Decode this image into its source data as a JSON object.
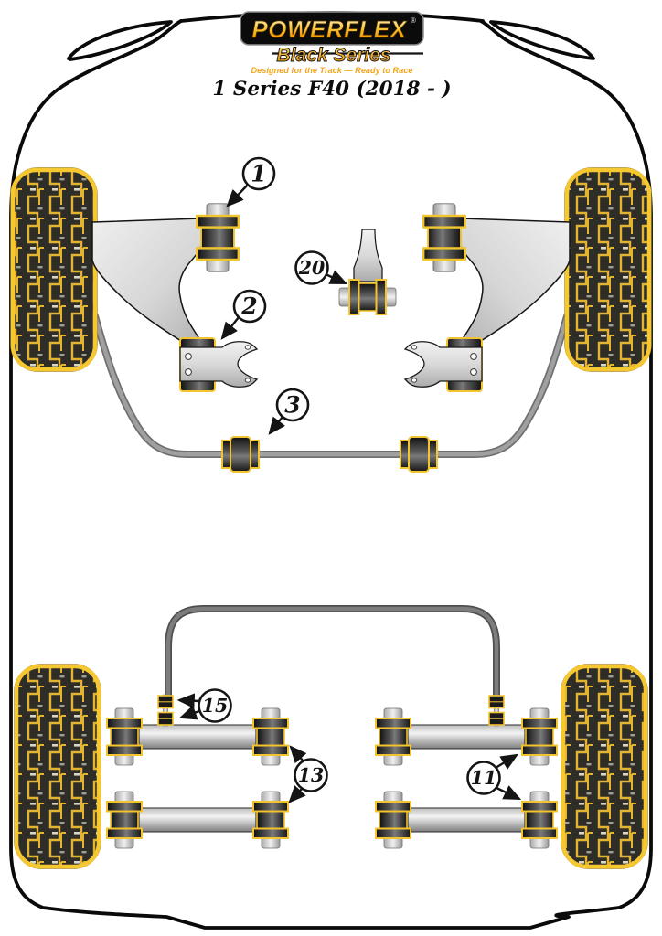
{
  "brand": {
    "name": "POWERFLEX",
    "registered": "®",
    "series": "Black Series",
    "tagline": "Designed for the Track — Ready to Race"
  },
  "vehicle_title": "1 Series F40 (2018 - )",
  "callouts": [
    {
      "number": "1",
      "part": "front-wishbone-front-bush"
    },
    {
      "number": "2",
      "part": "front-wishbone-rear-bush"
    },
    {
      "number": "20",
      "part": "lower-engine-mount-bush"
    },
    {
      "number": "3",
      "part": "front-anti-roll-bar-bush"
    },
    {
      "number": "15",
      "part": "rear-anti-roll-bar-link-bush"
    },
    {
      "number": "13",
      "part": "rear-lateral-arm-bushes-left"
    },
    {
      "number": "11",
      "part": "rear-lateral-arm-bushes-right"
    }
  ],
  "colors": {
    "accent_yellow": "#F2C430",
    "tread_gold": "#E3B42F",
    "logo_orange": "#F5A81C",
    "bush_black": "#1A1A1A",
    "body_line": "#0A0A0A",
    "front_bar_gray": "#9A9A9A",
    "rear_bar_gray": "#6F6F6F"
  }
}
